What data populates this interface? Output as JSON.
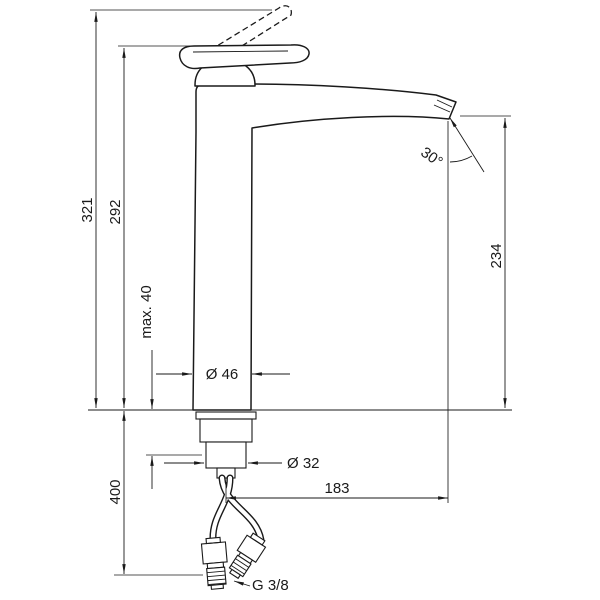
{
  "drawing": {
    "labels": {
      "total_height": "321",
      "lever_height": "292",
      "outlet_height": "234",
      "hose_length": "400",
      "max_thickness": "max. 40",
      "body_diameter": "Ø 46",
      "shank_diameter": "Ø 32",
      "spout_reach": "183",
      "outlet_angle": "30°",
      "thread": "G 3/8"
    },
    "colors": {
      "line": "#1a1a1a",
      "background": "#ffffff"
    }
  }
}
